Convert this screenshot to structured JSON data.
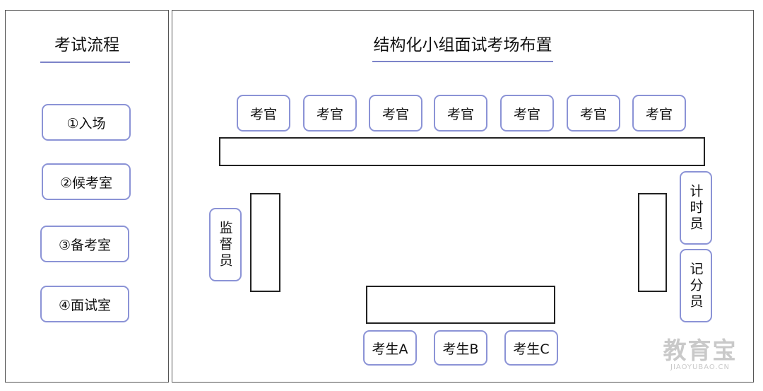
{
  "left_panel": {
    "title": "考试流程",
    "steps": [
      "①入场",
      "②候考室",
      "③备考室",
      "④面试室"
    ]
  },
  "right_panel": {
    "title": "结构化小组面试考场布置",
    "examiners": [
      "考官",
      "考官",
      "考官",
      "考官",
      "考官",
      "考官",
      "考官"
    ],
    "supervisor": "监督员",
    "timekeeper": "计时员",
    "scorekeeper": "记分员",
    "candidates": [
      "考生A",
      "考生B",
      "考生C"
    ]
  },
  "watermark": {
    "main": "教育宝",
    "sub": "JIAOYUBAO.CN"
  },
  "colors": {
    "pill_border": "#8b93d6",
    "underline": "#7c83c9",
    "table_border": "#222222",
    "watermark": "#c9c9c9"
  }
}
